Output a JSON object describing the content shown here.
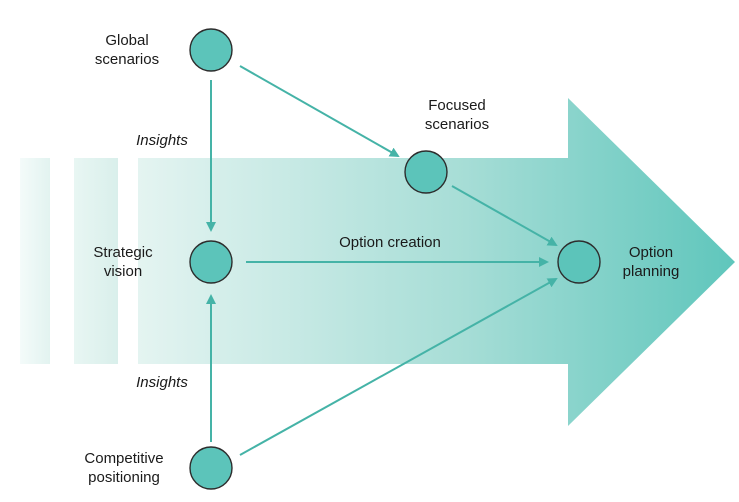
{
  "diagram": {
    "nodes": {
      "global": "Global\nscenarios",
      "focused": "Focused\nscenarios",
      "strategic": "Strategic\nvision",
      "competitive": "Competitive\npositioning",
      "option_planning": "Option\nplanning"
    },
    "edge_labels": {
      "insights_top": "Insights",
      "insights_bottom": "Insights",
      "option_creation": "Option creation"
    },
    "colors": {
      "node_fill": "#5cc4ba",
      "node_stroke": "#2d2d2d",
      "connector": "#45b3a7",
      "arrow_light": "#dff2ef",
      "arrow_dark": "#5fc6bc"
    }
  }
}
